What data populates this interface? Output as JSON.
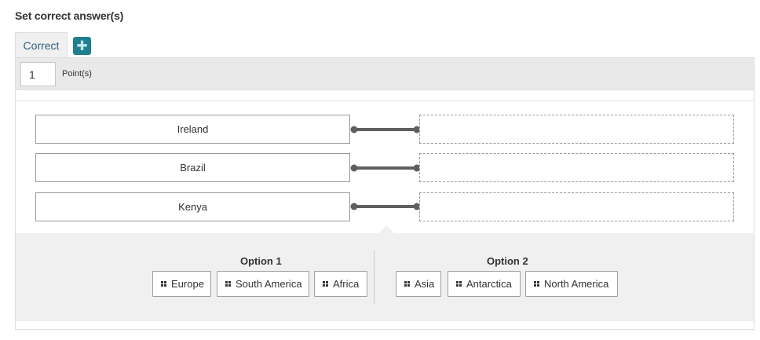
{
  "heading": "Set correct answer(s)",
  "tabs": [
    {
      "label": "Correct"
    }
  ],
  "add_tab_icon": "plus-icon",
  "points": {
    "value": "1",
    "label": "Point(s)"
  },
  "stems": [
    {
      "label": "Ireland"
    },
    {
      "label": "Brazil"
    },
    {
      "label": "Kenya"
    }
  ],
  "option_groups": [
    {
      "title": "Option 1",
      "items": [
        "Europe",
        "South America",
        "Africa"
      ]
    },
    {
      "title": "Option 2",
      "items": [
        "Asia",
        "Antarctica",
        "North America"
      ]
    }
  ],
  "colors": {
    "accent": "#1f7f8f",
    "tab_text": "#2b5f80",
    "connector": "#5f5f5f",
    "panel_bg": "#f0f0f0"
  }
}
